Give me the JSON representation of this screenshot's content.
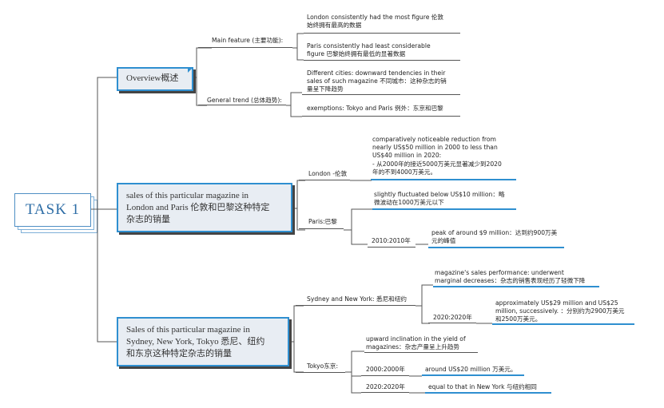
{
  "root": {
    "label": "TASK 1"
  },
  "overview": {
    "label": "Overview概述",
    "main_feature": {
      "label": "Main feature (主要功能):",
      "items": [
        [
          "London consistently had the most figure 伦敦",
          "始终拥有最高的数据"
        ],
        [
          "Paris consistently had least considerable",
          "figure 巴黎始终拥有最低的显著数据"
        ]
      ]
    },
    "general_trend": {
      "label": "General trend (总体趋势):",
      "items": [
        [
          "Different cities: downward tendencies in their",
          "sales of such magazine 不同城市：这种杂志的销",
          "量呈下降趋势"
        ],
        [
          "exemptions: Tokyo and Paris 例外：东京和巴黎"
        ]
      ]
    }
  },
  "london_paris": {
    "label": [
      "sales of this particular magazine in",
      "London and Paris 伦敦和巴黎这种特定",
      "杂志的销量"
    ],
    "london": {
      "label": "London -伦敦",
      "detail": [
        " comparatively noticeable reduction from",
        "nearly US$50 million in 2000 to less than",
        "US$40 million in 2020:",
        "- 从2000年的接近5000万美元显著减少到2020",
        "年的不到4000万美元。"
      ]
    },
    "paris": {
      "label": "Paris:巴黎",
      "detail": [
        " slightly fluctuated below US$10 million：略",
        "微波动在1000万美元以下"
      ],
      "year": "2010:2010年",
      "year_detail": [
        "peak of around $9 million：达到约900万美",
        "元的峰值"
      ]
    }
  },
  "sydney_ny_tokyo": {
    "label": [
      "Sales of this particular magazine in",
      "Sydney, New York, Tokyo 悉尼、纽约",
      "和东京这种特定杂志的销量"
    ],
    "sydney_ny": {
      "label": "Sydney and New York: 悉尼和纽约",
      "detail": [
        "magazine's sales performance: underwent",
        "marginal decreases：杂志的销售表现经历了轻微下降"
      ],
      "year": "2020:2020年",
      "year_detail": [
        "approximately US$29 million and US$25",
        "million, successively. ：分别约为2900万美元",
        "和2500万美元。"
      ]
    },
    "tokyo": {
      "label": "Tokyo东京:",
      "detail": [
        " upward inclination in the yield of",
        "magazines：杂志产量呈上升趋势"
      ],
      "y2000": "2000:2000年",
      "y2000_detail": "around US$20 million 万美元。",
      "y2020": "2020:2020年",
      "y2020_detail": "equal to that in New York 与纽约相同"
    }
  }
}
